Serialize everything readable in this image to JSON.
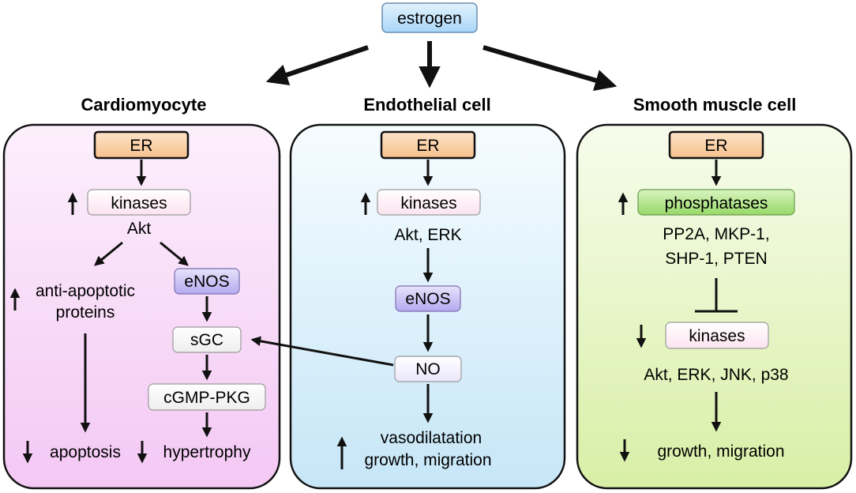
{
  "top": {
    "label": "estrogen"
  },
  "panels": {
    "cardiomyocyte": {
      "title": "Cardiomyocyte",
      "er": "ER",
      "kinases": "kinases",
      "akt": "Akt",
      "anti_apoptotic_line1": "anti-apoptotic",
      "anti_apoptotic_line2": "proteins",
      "enos": "eNOS",
      "sgc": "sGC",
      "cgmp_pkg": "cGMP-PKG",
      "apoptosis": "apoptosis",
      "hypertrophy": "hypertrophy"
    },
    "endothelial": {
      "title": "Endothelial cell",
      "er": "ER",
      "kinases": "kinases",
      "akt_erk": "Akt, ERK",
      "enos": "eNOS",
      "no": "NO",
      "outcome_line1": "vasodilatation",
      "outcome_line2": "growth, migration"
    },
    "smooth_muscle": {
      "title": "Smooth muscle cell",
      "er": "ER",
      "phosphatases": "phosphatases",
      "phosphatase_list_line1": "PP2A, MKP-1,",
      "phosphatase_list_line2": "SHP-1, PTEN",
      "kinases": "kinases",
      "kinase_list": "Akt, ERK, JNK, p38",
      "outcome": "growth, migration"
    }
  },
  "colors": {
    "cardio_bg_top": "#fbe9fb",
    "cardio_bg_bottom": "#f3c6f3",
    "endo_bg_top": "#f4fbff",
    "endo_bg_bottom": "#c8e7f7",
    "smc_bg_top": "#f6fbe9",
    "smc_bg_bottom": "#dcf0b0",
    "er_fill": "#f9cfa3",
    "estrogen_fill": "#bfe1fb",
    "kinase_fill": "#fdeef4",
    "enos_fill": "#c7bff2",
    "phosphatase_fill": "#a9e07c"
  }
}
